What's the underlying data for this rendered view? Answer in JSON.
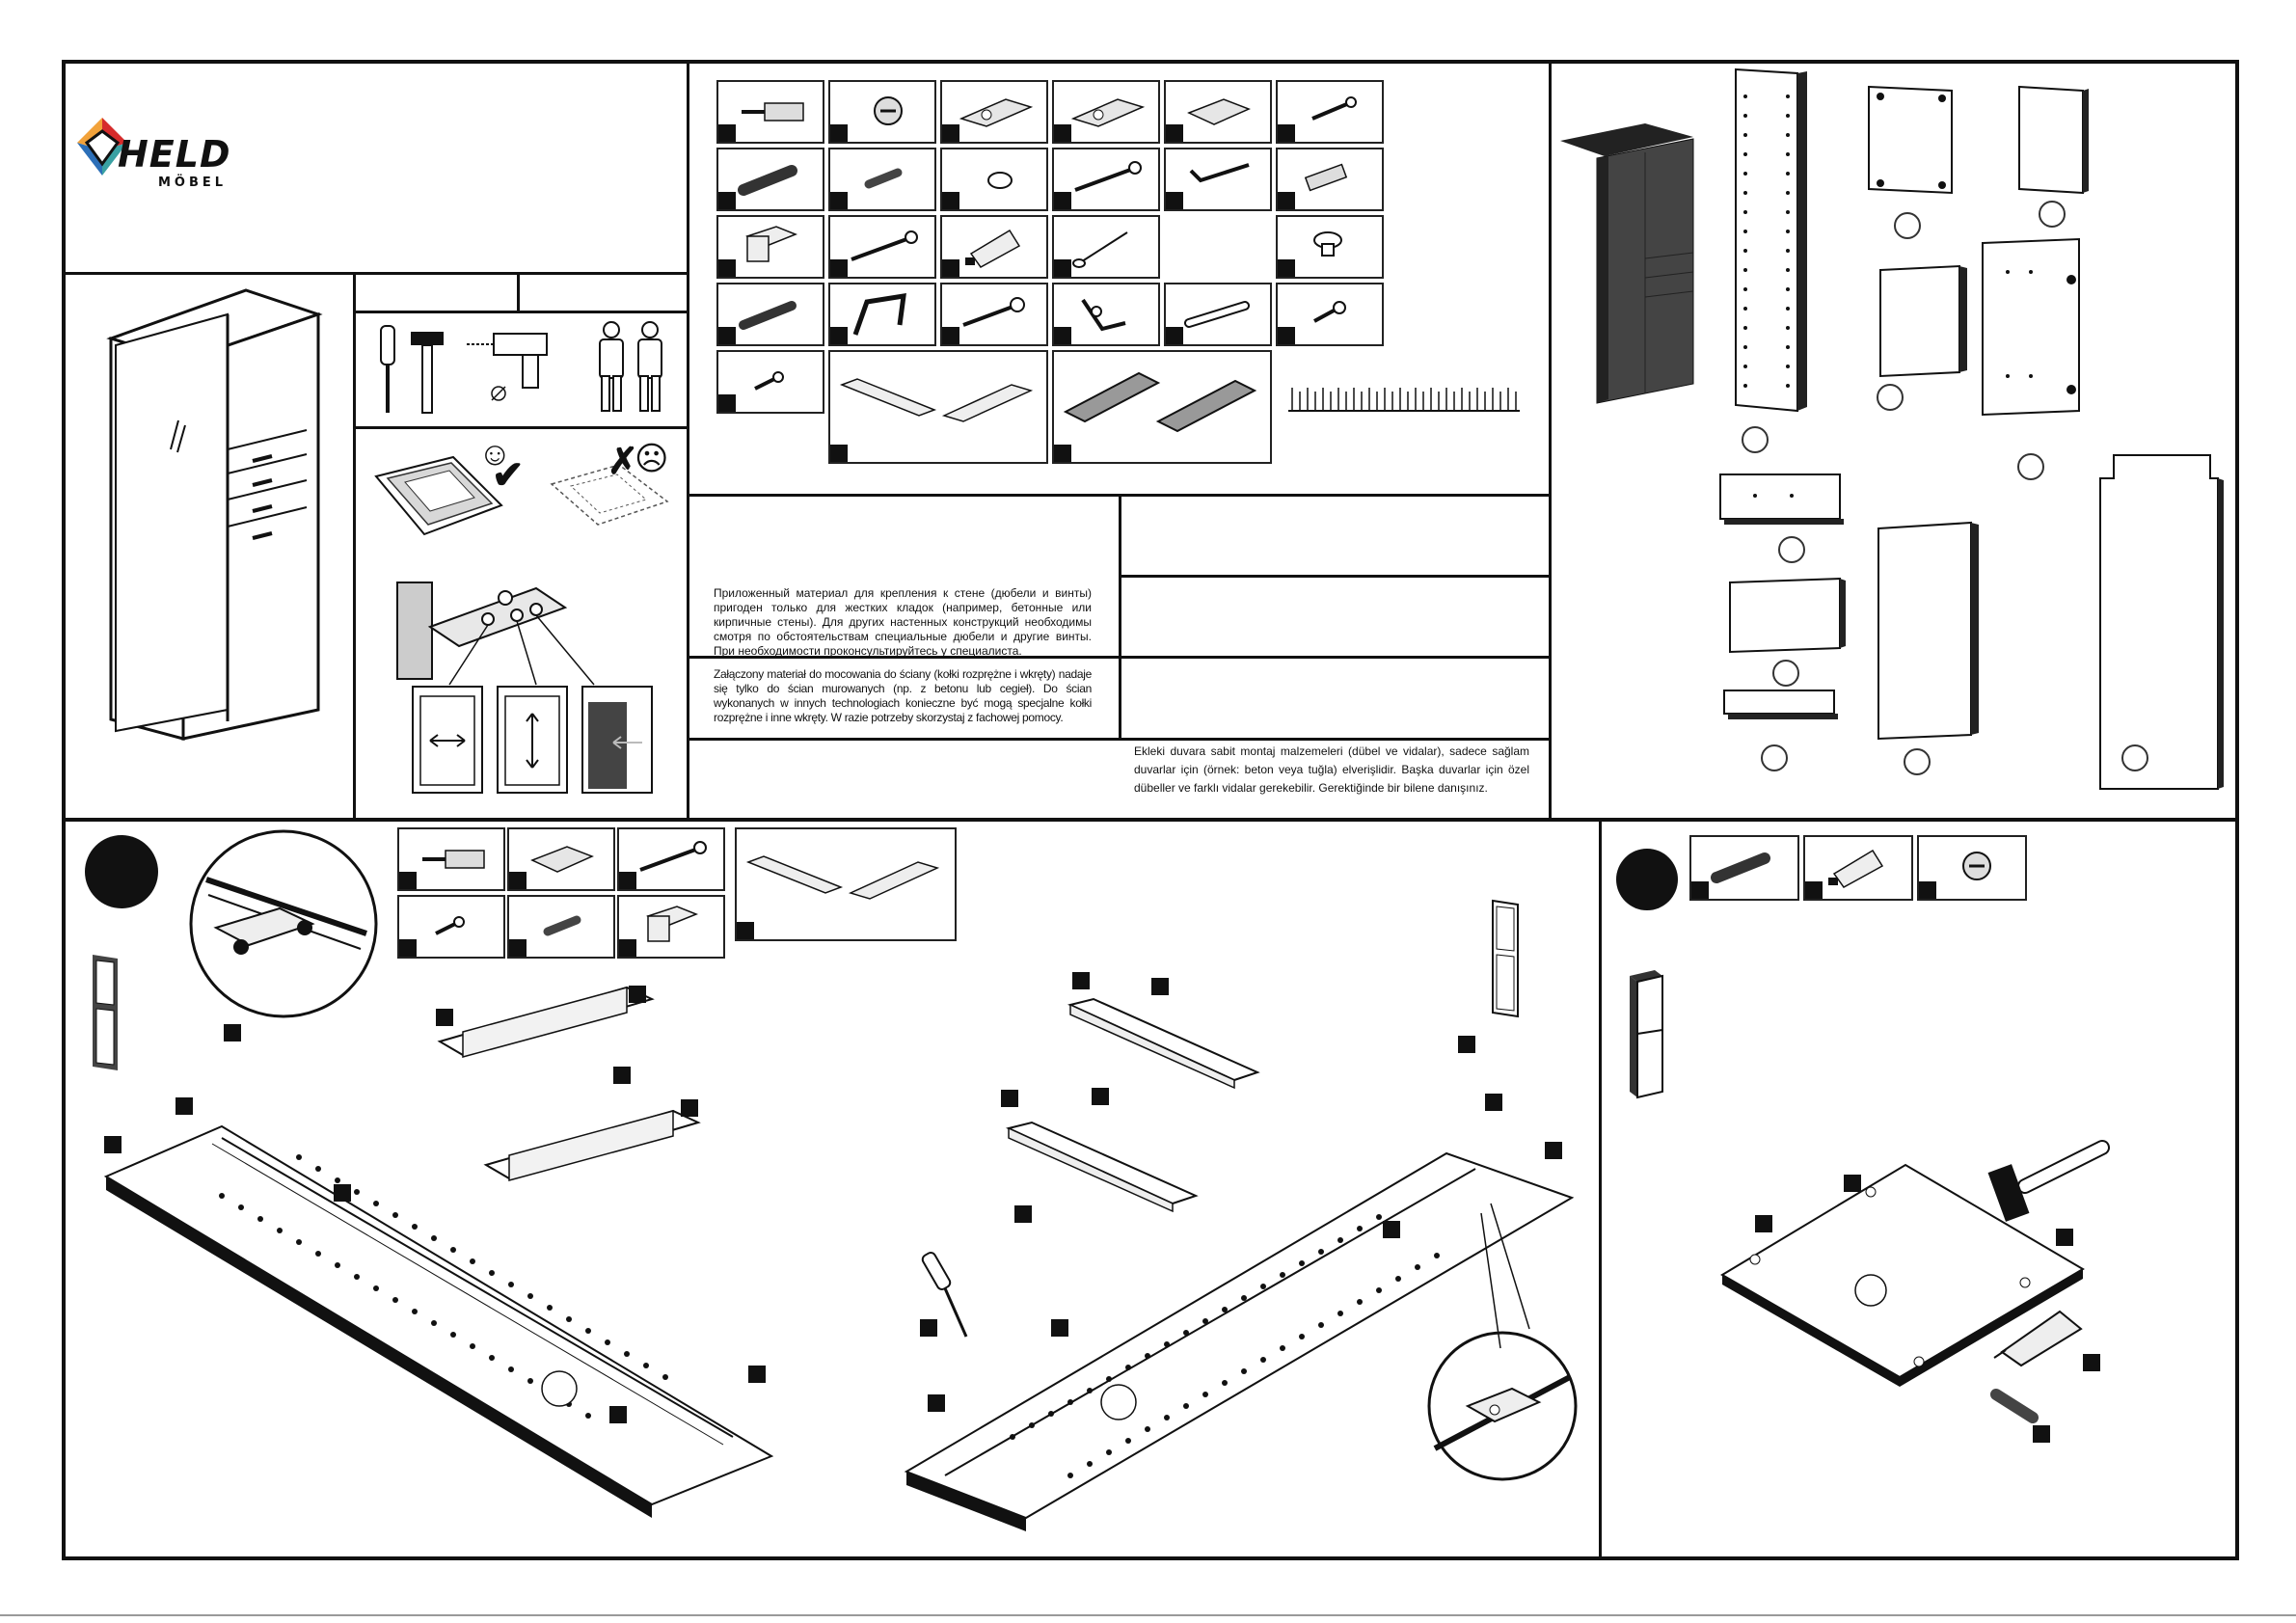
{
  "brand": {
    "name": "HELD",
    "sub": "MÖBEL",
    "colors": {
      "red": "#d62b2b",
      "blue": "#2c6fb8",
      "orange": "#f2a23a",
      "teal": "#3aa1a3"
    }
  },
  "notices": {
    "russian": "Приложенный материал для крепления к стене (дюбели и винты) пригоден только для жестких кладок (например, бетонные или кирпичные стены). Для других настенных конструкций необходимы смотря по обстоятельствам специальные дюбели и другие винты. При необходимости проконсультируйтесь у специалиста.",
    "polish": "Załączony materiał do mocowania do ściany (kołki rozprężne i wkręty) nadaje się tylko do ścian murowanych (np. z betonu lub cegieł). Do ścian wykonanych w innych technologiach konieczne być mogą specjalne kołki rozprężne i inne wkręty. W razie potrzeby skorzystaj z fachowej pomocy.",
    "turkish": "Ekleki duvara sabit montaj malzemeleri (dübel ve vidalar), sadece sağlam duvarlar için (örnek: beton veya tuğla) elverişlidir. Başka duvarlar için özel dübeller ve farklı vidalar gerekebilir. Gerektiğinde bir bilene danışınız."
  },
  "icons": {
    "tools": [
      "screwdriver-icon",
      "hammer-icon",
      "drill-icon",
      "two-people-icon"
    ],
    "surface": [
      "smiley-happy-icon",
      "checkmark-icon",
      "cross-icon",
      "smiley-sad-icon"
    ]
  }
}
